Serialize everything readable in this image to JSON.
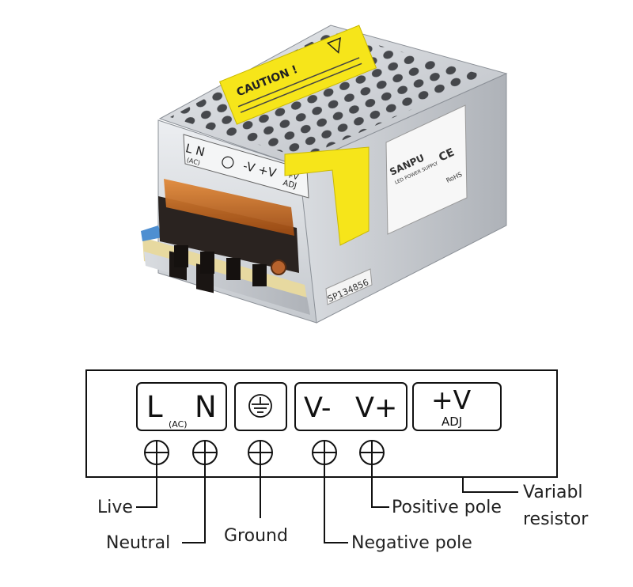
{
  "photo": {
    "caution_label": "CAUTION !",
    "terminal_label_ln": "L N",
    "terminal_label_ac": "(AC)",
    "terminal_label_v": "-V +V",
    "terminal_label_adj1": "+V",
    "terminal_label_adj2": "ADJ",
    "brand": "SANPU",
    "brand_subtitle": "LED POWER SUPPLY",
    "ce_mark": "CE",
    "rohs_mark": "RoHS",
    "serial": "SP134856"
  },
  "diagram": {
    "terminals": {
      "l": "L",
      "ac": "(AC)",
      "n": "N",
      "v_minus": "V-",
      "v_plus": "V+",
      "adj_top": "+V",
      "adj_bottom": "ADJ"
    },
    "labels": {
      "live": "Live",
      "neutral": "Neutral",
      "ground": "Ground",
      "negative": "Negative pole",
      "positive": "Positive pole",
      "variable_1": "Variabl",
      "variable_2": "resistor"
    }
  },
  "colors": {
    "label_yellow": "#f6e51a",
    "terminal_block": "#2a2320",
    "cover_orange": "#c8671e",
    "pcb_green": "#5b7f53",
    "casing_silver": "#cfd2d6"
  }
}
